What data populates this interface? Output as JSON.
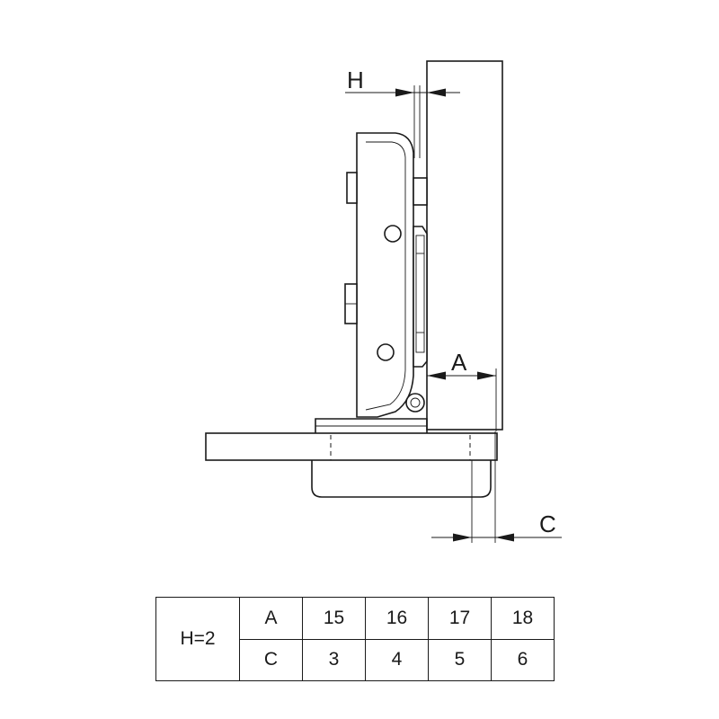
{
  "dimensions": {
    "h_label": "H",
    "a_label": "A",
    "c_label": "C"
  },
  "table": {
    "condition": "H=2",
    "rows": [
      {
        "label": "A",
        "values": [
          "15",
          "16",
          "17",
          "18"
        ]
      },
      {
        "label": "C",
        "values": [
          "3",
          "4",
          "5",
          "6"
        ]
      }
    ]
  }
}
